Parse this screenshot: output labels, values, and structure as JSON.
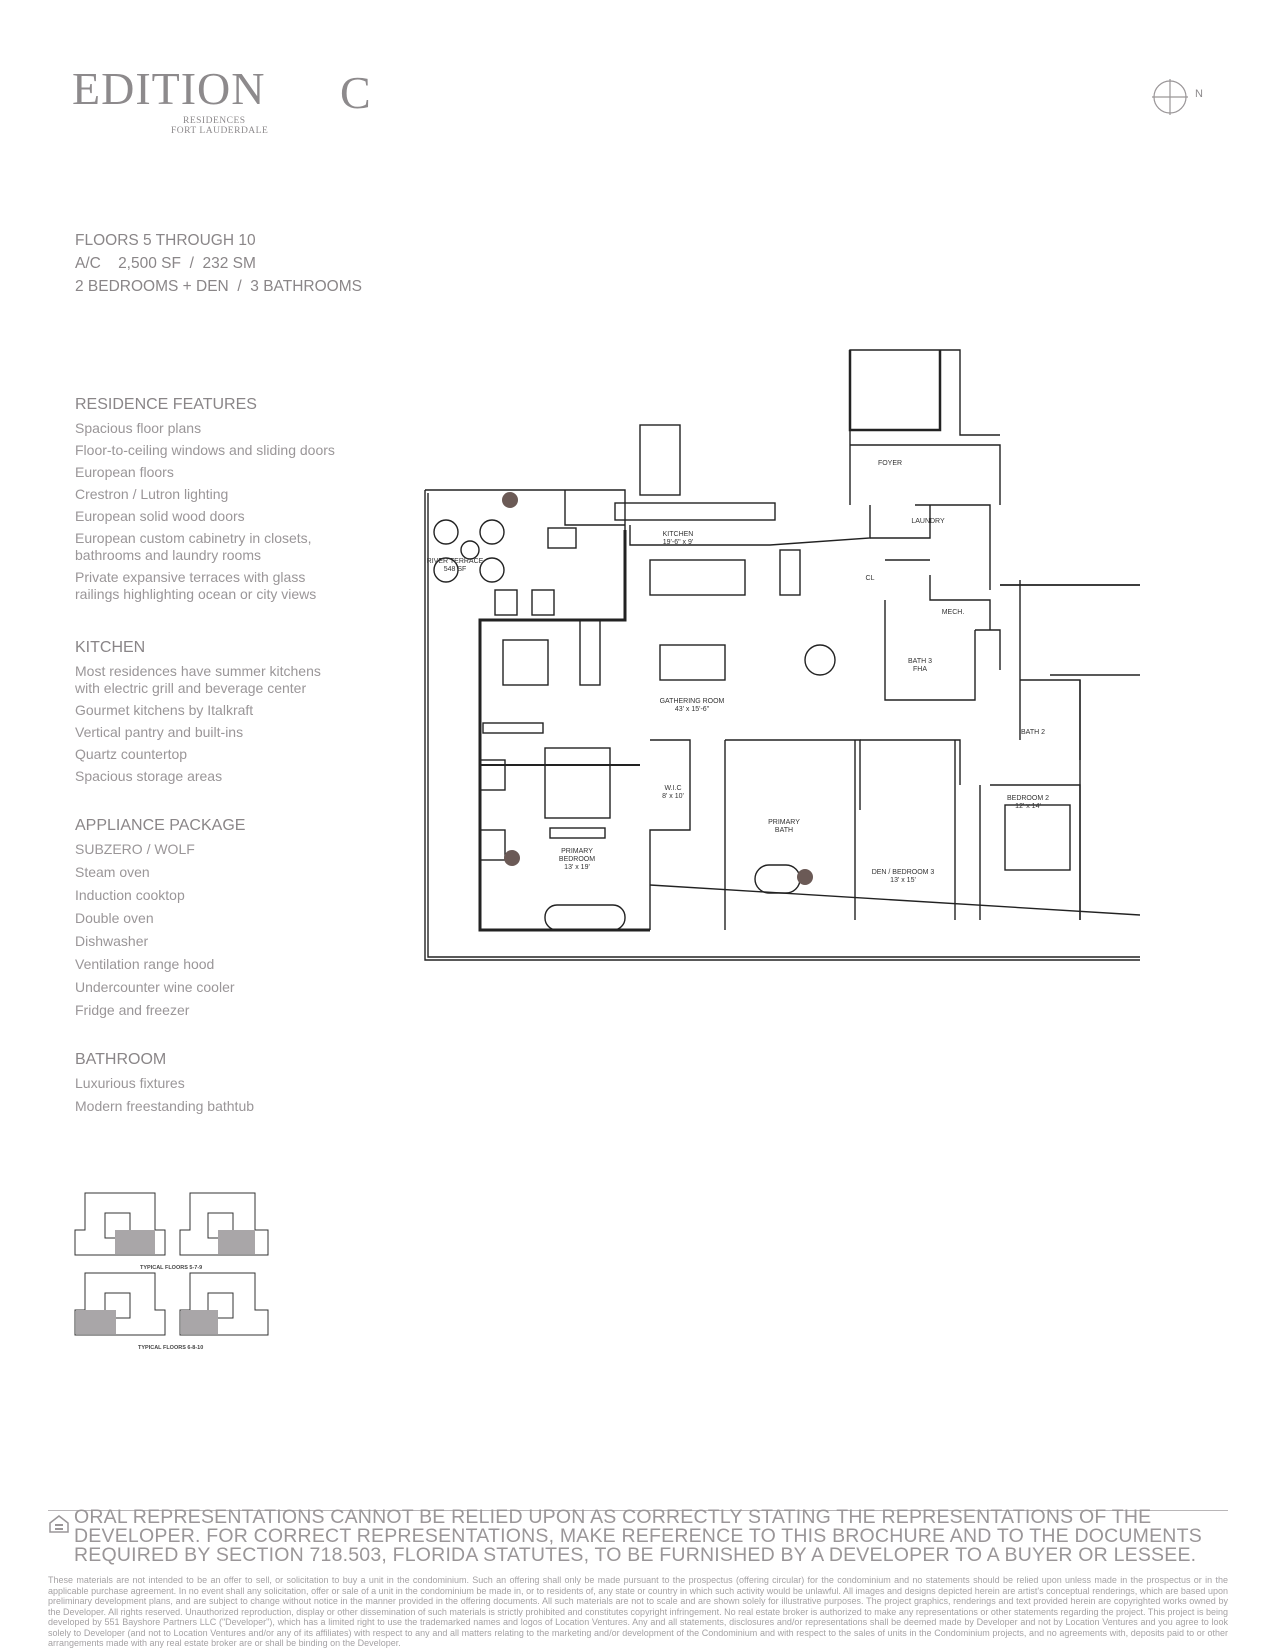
{
  "header": {
    "brand": "EDITION",
    "brand_sub_1": "RESIDENCES",
    "brand_sub_2": "FORT LAUDERDALE",
    "unit": "C",
    "north_label": "N"
  },
  "summary": {
    "floors": "FLOORS 5 THROUGH 10",
    "area": "A/C    2,500 SF  /  232 SM",
    "rooms": "2 BEDROOMS + DEN  /  3 BATHROOMS"
  },
  "features": {
    "residence": {
      "title": "RESIDENCE FEATURES",
      "items": [
        "Spacious floor plans",
        "Floor-to-ceiling windows and sliding doors",
        "European floors",
        "Crestron / Lutron lighting",
        "European solid wood doors",
        "European custom cabinetry in closets, bathrooms and laundry rooms",
        "Private expansive terraces with glass railings highlighting ocean or city views"
      ]
    },
    "kitchen": {
      "title": "KITCHEN",
      "items": [
        "Most residences have summer kitchens with electric grill and beverage center",
        "Gourmet kitchens by Italkraft",
        "Vertical pantry and built-ins",
        "Quartz countertop",
        "Spacious storage areas"
      ]
    },
    "appliance": {
      "title": "APPLIANCE PACKAGE",
      "brand": "SUBZERO / WOLF",
      "items": [
        "Steam oven",
        "Induction cooktop",
        "Double oven",
        "Dishwasher",
        "Ventilation range hood",
        "Undercounter wine cooler",
        "Fridge and freezer"
      ]
    },
    "bathroom": {
      "title": "BATHROOM",
      "items": [
        "Luxurious fixtures",
        "Modern freestanding bathtub"
      ]
    }
  },
  "floorplan": {
    "foyer": "FOYER",
    "laundry": "LAUNDRY",
    "cl": "CL",
    "mech": "MECH.",
    "kitchen": "KITCHEN",
    "kitchen_dim": "19'-6\" x 9'",
    "river_terrace": "RIVER TERRACE",
    "river_terrace_area": "548 SF",
    "gathering": "GATHERING ROOM",
    "gathering_dim": "43' x 15'-6\"",
    "bath3": "BATH 3",
    "bath3_sub": "FHA",
    "bath2": "BATH 2",
    "wic": "W.I.C",
    "wic_dim": "8' x 10'",
    "primary_bath": "PRIMARY",
    "primary_bath_2": "BATH",
    "primary_bedroom": "PRIMARY",
    "primary_bedroom_2": "BEDROOM",
    "primary_bedroom_dim": "13' x 19'",
    "den": "DEN / BEDROOM 3",
    "den_dim": "13' x 15'",
    "bedroom2": "BEDROOM 2",
    "bedroom2_dim": "12' x 14'"
  },
  "keyplans": {
    "label_1": "TYPICAL FLOORS 5-7-9",
    "label_2": "TYPICAL FLOORS 6-8-10"
  },
  "footer": {
    "disclaimer": "ORAL REPRESENTATIONS CANNOT BE RELIED UPON AS CORRECTLY STATING THE REPRESENTATIONS OF THE DEVELOPER. FOR CORRECT REPRESENTATIONS, MAKE REFERENCE TO THIS BROCHURE AND TO THE DOCUMENTS REQUIRED BY SECTION 718.503, FLORIDA STATUTES, TO BE FURNISHED BY A DEVELOPER TO A BUYER OR LESSEE.",
    "fine_print": "These materials are not intended to be an offer to sell, or solicitation to buy a unit in the condominium. Such an offering shall only be made pursuant to the prospectus (offering circular) for the condominium and no statements should be relied upon unless made in the prospectus or in the applicable purchase agreement. In no event shall any solicitation, offer or sale of a unit in the condominium be made in, or to residents of, any state or country in which such activity would be unlawful. All images and designs depicted herein are artist's conceptual renderings, which are based upon preliminary development plans, and are subject to change without notice in the manner provided in the offering documents. All such materials are not to scale and are shown solely for illustrative purposes. The project graphics, renderings and text provided herein are copyrighted works owned by the Developer. All rights reserved. Unauthorized reproduction, display or other dissemination of such materials is strictly prohibited and constitutes copyright infringement. No real estate broker is authorized to make any representations or other statements regarding the project. This project is being developed by 551 Bayshore Partners LLC (\"Developer\"), which has a limited right to use the trademarked names and logos of Location Ventures. Any and all statements, disclosures and/or representations shall be deemed made by Developer and not by Location Ventures and you agree to look solely to Developer (and not to Location Ventures and/or any of its affiliates) with respect to any and all matters relating to the marketing and/or development of the Condominium and with respect to the sales of units in the Condominium projects, and no agreements with, deposits paid to or other arrangements made with any real estate broker are or shall be binding on the Developer."
  }
}
